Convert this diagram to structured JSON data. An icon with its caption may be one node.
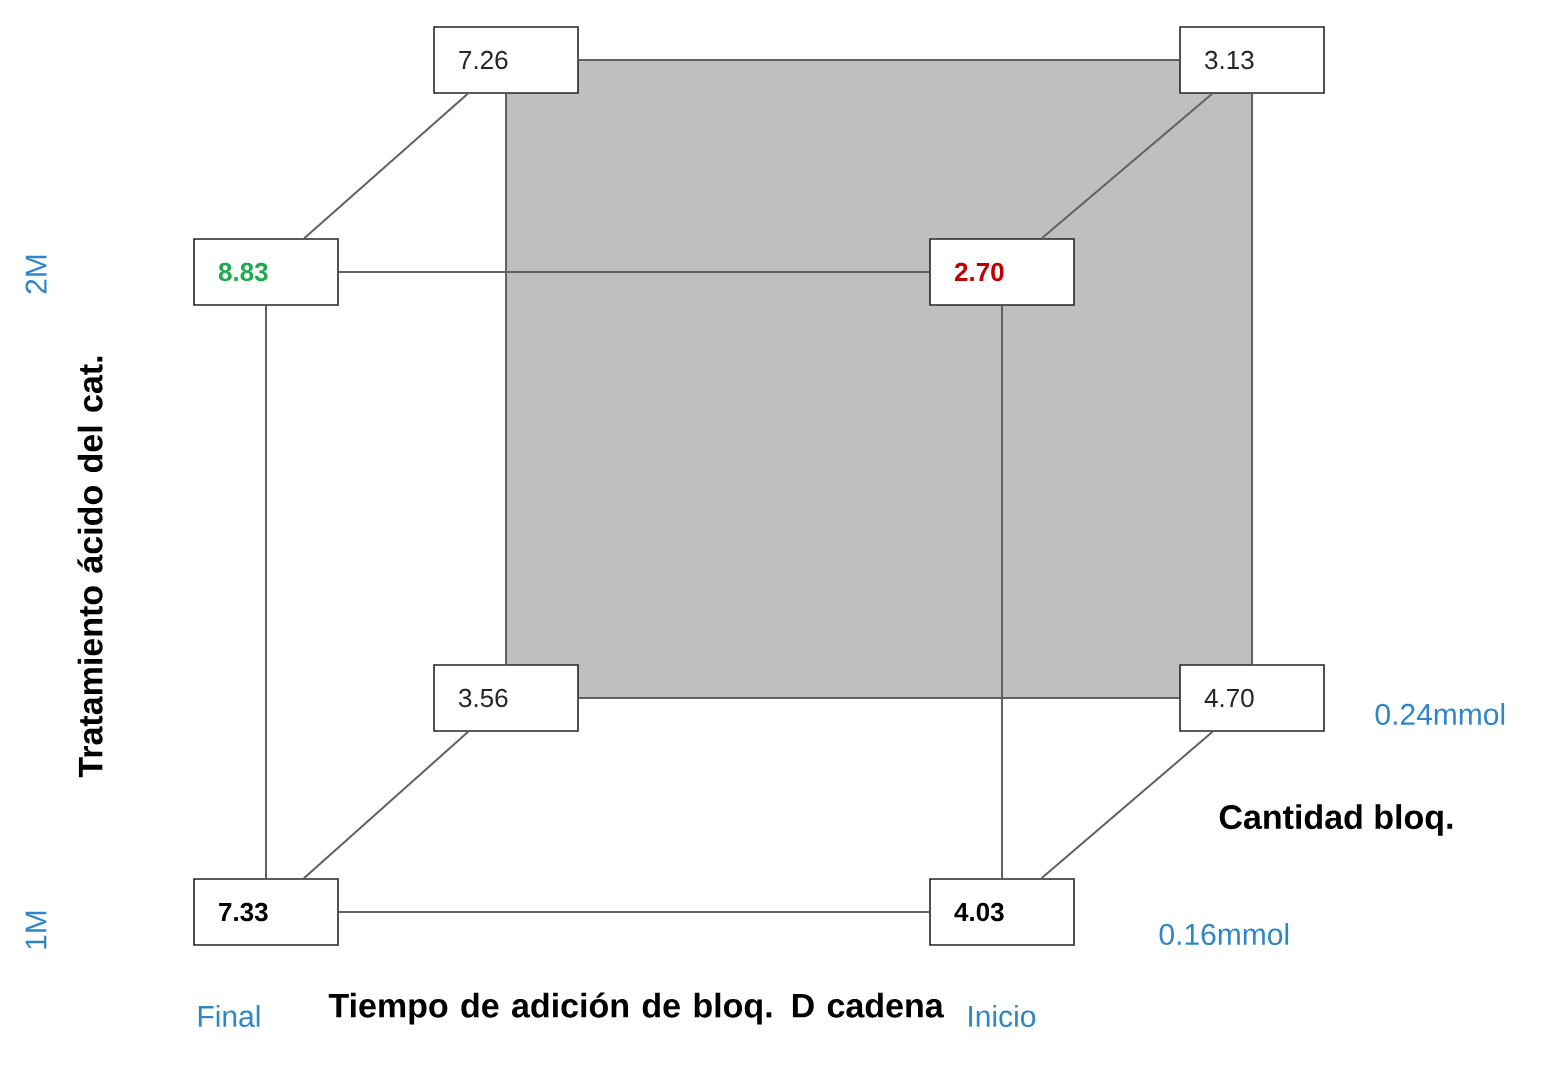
{
  "diagram": {
    "nodes": [
      {
        "text": [
          "7.26"
        ]
      },
      {
        "text": [
          "3.13"
        ]
      },
      {
        "text": [
          "8.83"
        ]
      },
      {
        "text": [
          "2.70"
        ]
      },
      {
        "text": [
          "3.56"
        ]
      },
      {
        "text": [
          "4.70"
        ]
      },
      {
        "text": [
          "7.33"
        ]
      },
      {
        "text": [
          "4.03"
        ]
      }
    ],
    "edges": [
      {
        "from": 0,
        "to": 1,
        "arrow": "none"
      },
      {
        "from": 0,
        "to": 4,
        "arrow": "none"
      },
      {
        "from": 1,
        "to": 5,
        "arrow": "none"
      },
      {
        "from": 4,
        "to": 5,
        "arrow": "none"
      },
      {
        "from": 2,
        "to": 0,
        "arrow": "none"
      },
      {
        "from": 3,
        "to": 1,
        "arrow": "none"
      },
      {
        "from": 6,
        "to": 4,
        "arrow": "none"
      },
      {
        "from": 7,
        "to": 5,
        "arrow": "none"
      },
      {
        "from": 2,
        "to": 3,
        "arrow": "none"
      },
      {
        "from": 2,
        "to": 6,
        "arrow": "none"
      },
      {
        "from": 3,
        "to": 7,
        "arrow": "none"
      },
      {
        "from": 6,
        "to": 7,
        "arrow": "none"
      }
    ],
    "labels": [
      "2M",
      "Tratamiento ácido del cat.",
      "1M",
      "0.24mmol",
      "Cantidad bloq.",
      "0.16mmol",
      "Final",
      "Tiempo de adición de bloq. D cadena",
      "Inicio"
    ]
  }
}
